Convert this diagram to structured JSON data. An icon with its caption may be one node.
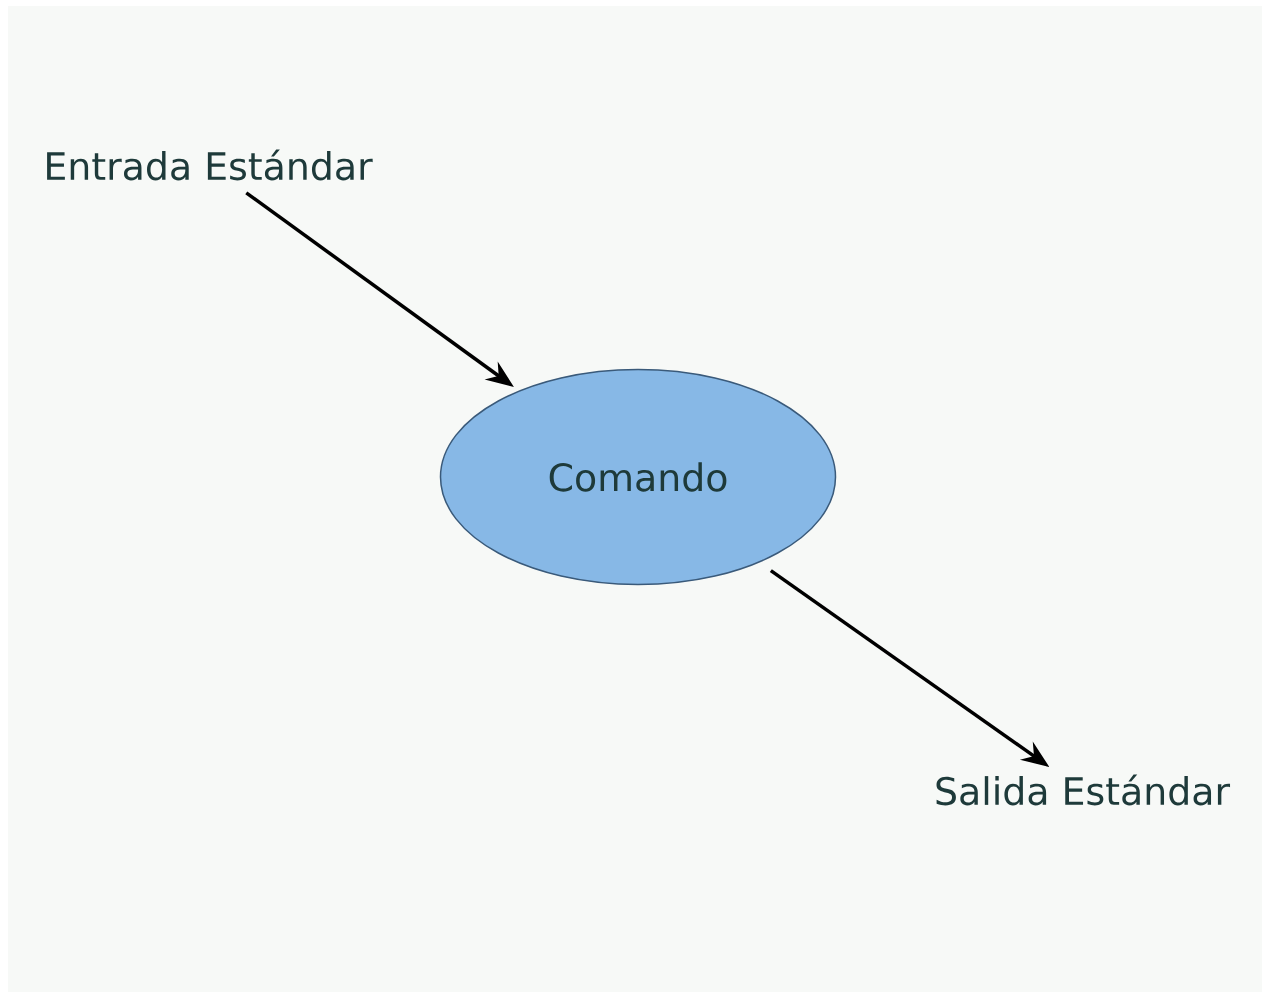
{
  "diagram": {
    "nodes": [
      {
        "text": [
          "Entrada Estándar"
        ]
      },
      {
        "text": [
          "Comando"
        ]
      },
      {
        "text": [
          "Salida Estándar"
        ]
      }
    ],
    "edges": [
      {
        "from": 0,
        "to": 1,
        "arrow": "to"
      },
      {
        "from": 1,
        "to": 2,
        "arrow": "to"
      }
    ]
  }
}
